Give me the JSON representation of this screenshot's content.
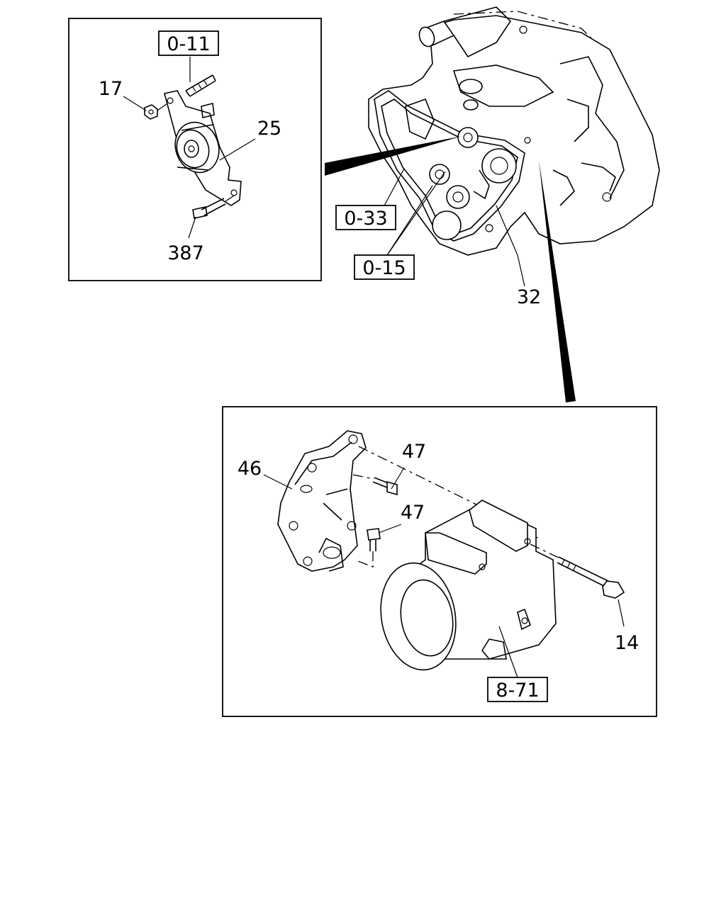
{
  "callouts": {
    "c17": "17",
    "c25": "25",
    "c387": "387",
    "c32": "32",
    "c46": "46",
    "c47a": "47",
    "c47b": "47",
    "c14": "14"
  },
  "references": {
    "r011": "0-11",
    "r033": "0-33",
    "r015": "0-15",
    "r871": "8-71"
  }
}
